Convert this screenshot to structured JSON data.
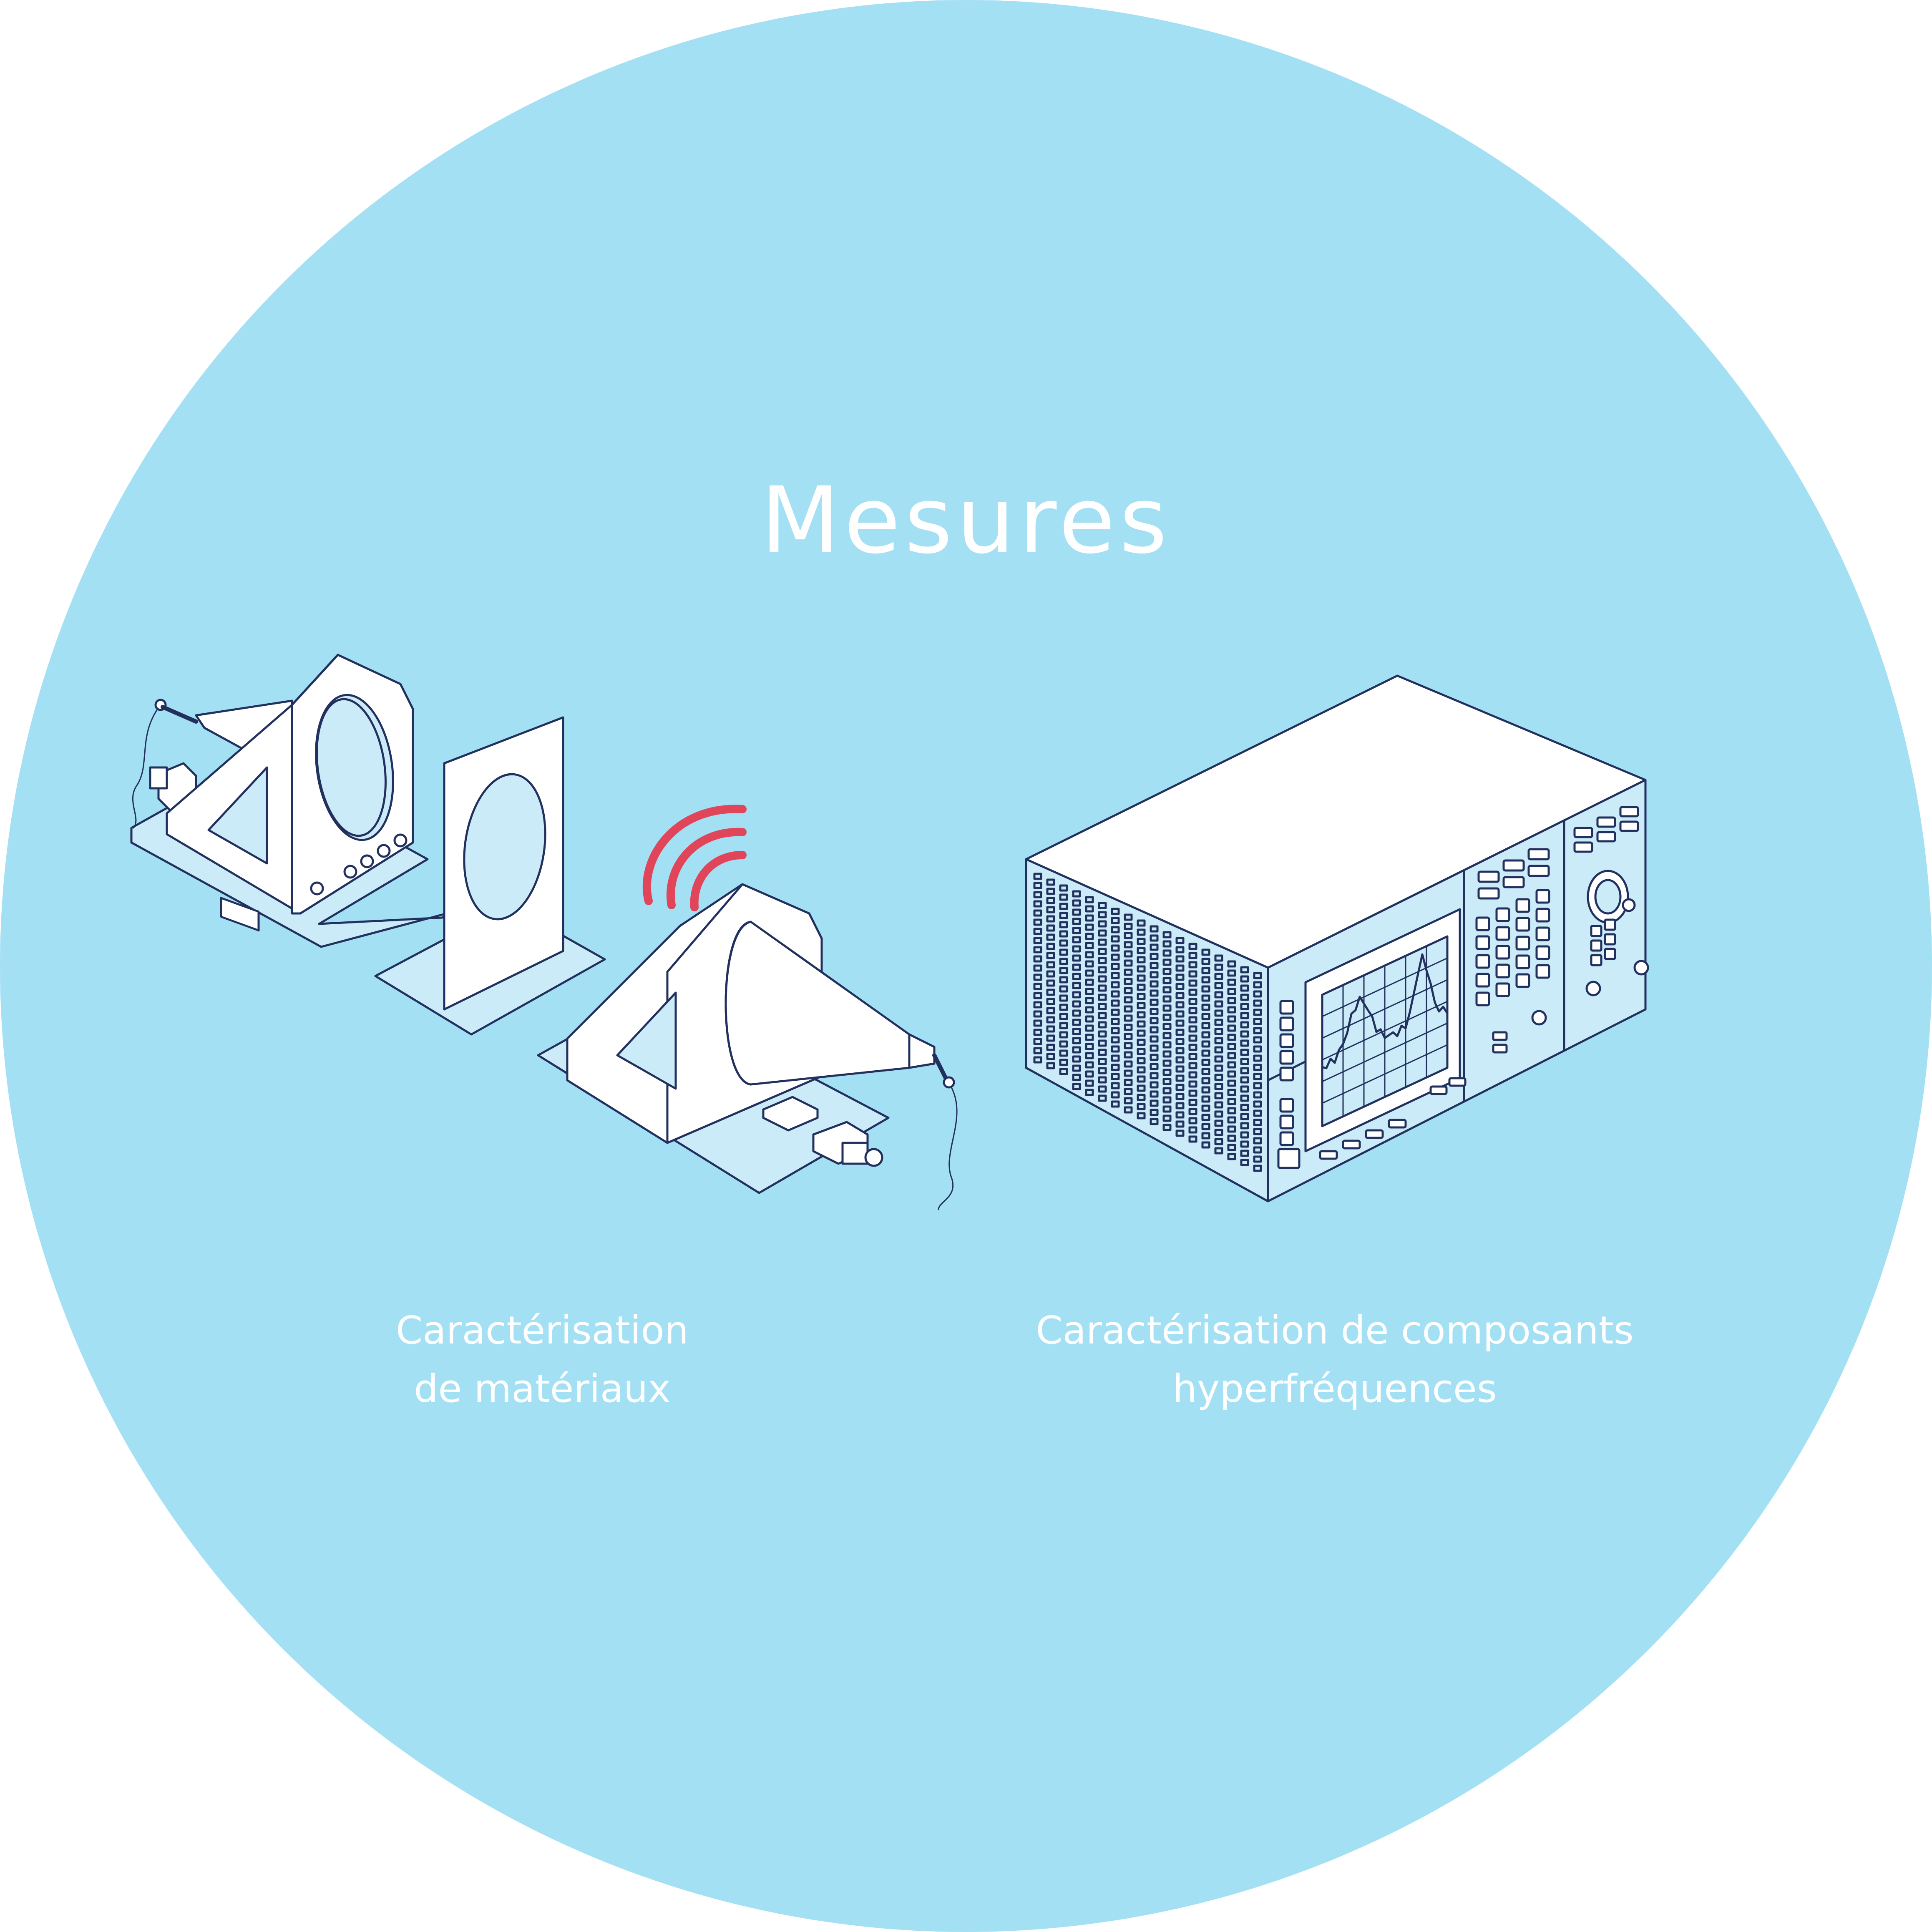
{
  "colors": {
    "circle": "#a4e0f4",
    "line": "#22305e",
    "panel": "#cbebf8",
    "white": "#ffffff",
    "signal": "#e0455a"
  },
  "title": "Mesures",
  "captions": {
    "left": {
      "line1": "Caractérisation",
      "line2": "de matériaux"
    },
    "right": {
      "line1": "Caractérisation de composants",
      "line2": "hyperfréquences"
    }
  },
  "icons": {
    "materials": "free-space-antenna-bench-icon",
    "signal": "wireless-signal-icon",
    "analyzer": "network-analyzer-icon"
  }
}
